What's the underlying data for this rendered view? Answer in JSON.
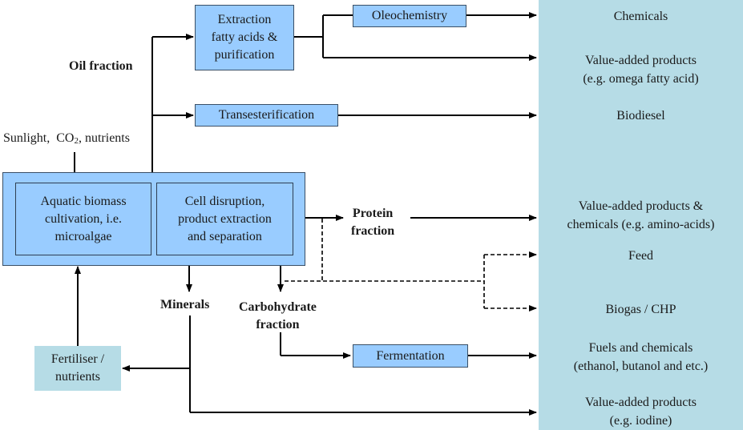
{
  "diagram": {
    "title": "Microalgae biorefinery process flow",
    "colors": {
      "process_box": "#99ccff",
      "process_border": "#3a4f66",
      "output_panel": "#b6dce6",
      "line": "#000000"
    },
    "inputs": {
      "sunlight": "Sunlight,",
      "co2_prefix": "CO",
      "co2_sub": "2",
      "nutrients": ", nutrients"
    },
    "main_block": {
      "cultivation": [
        "Aquatic biomass",
        "cultivation, i.e.",
        "microalgae"
      ],
      "disruption": [
        "Cell disruption,",
        "product extraction",
        "and separation"
      ]
    },
    "fractions": {
      "oil": "Oil fraction",
      "protein": [
        "Protein",
        "fraction"
      ],
      "minerals": "Minerals",
      "carbohydrate": [
        "Carbohydrate",
        "fraction"
      ]
    },
    "processes": {
      "extraction": [
        "Extraction",
        "fatty acids &",
        "purification"
      ],
      "oleochemistry": "Oleochemistry",
      "transesterification": "Transesterification",
      "fermentation": "Fermentation",
      "fertiliser": [
        "Fertiliser /",
        "nutrients"
      ]
    },
    "outputs": [
      {
        "lines": [
          "Chemicals"
        ]
      },
      {
        "lines": [
          "Value-added products",
          "(e.g. omega fatty acid)"
        ]
      },
      {
        "lines": [
          "Biodiesel"
        ]
      },
      {
        "lines": [
          "Value-added products &",
          "chemicals (e.g. amino-acids)"
        ]
      },
      {
        "lines": [
          "Feed"
        ]
      },
      {
        "lines": [
          "Biogas / CHP"
        ]
      },
      {
        "lines": [
          "Fuels and chemicals",
          "(ethanol, butanol and etc.)"
        ]
      },
      {
        "lines": [
          "Value-added products",
          "(e.g. iodine)"
        ]
      }
    ]
  }
}
